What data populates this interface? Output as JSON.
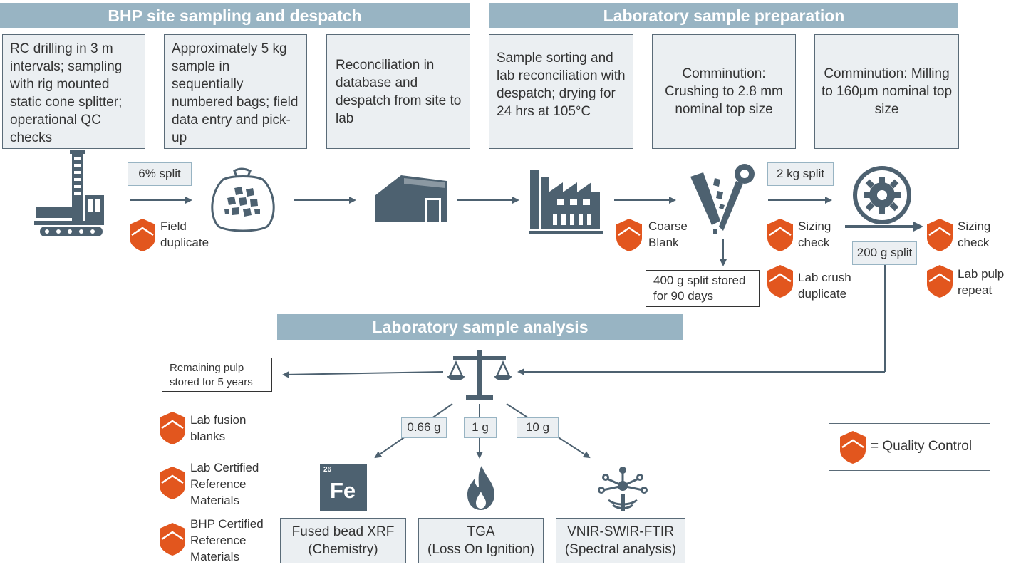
{
  "sections": {
    "site": "BHP site sampling and despatch",
    "prep": "Laboratory sample preparation",
    "analysis": "Laboratory sample analysis"
  },
  "steps": {
    "rc": "RC drilling in 3 m intervals; sampling with rig mounted static cone splitter; operational QC checks",
    "bags": "Approximately 5 kg sample in sequentially numbered bags; field data entry and pick-up",
    "recon": "Reconciliation in database and despatch from site to lab",
    "sort": "Sample sorting and lab reconciliation with despatch; drying for 24 hrs at 105°C",
    "crush": "Comminution: Crushing to 2.8 mm nominal top size",
    "mill": "Comminution: Milling to 160µm nominal top size"
  },
  "splits": {
    "six_pct": "6% split",
    "two_kg": "2 kg split",
    "two_hundred_g": "200 g split",
    "stored_400g": "400 g split stored for 90 days",
    "remaining_pulp": "Remaining pulp stored for 5 years",
    "g066": "0.66 g",
    "g1": "1 g",
    "g10": "10 g"
  },
  "qc": {
    "field_duplicate": "Field duplicate",
    "coarse_blank": "Coarse Blank",
    "sizing_check_1": "Sizing check",
    "lab_crush_duplicate": "Lab crush duplicate",
    "sizing_check_2": "Sizing check",
    "lab_pulp_repeat": "Lab pulp repeat",
    "lab_fusion_blanks": "Lab fusion blanks",
    "lab_crm": "Lab Certified Reference Materials",
    "bhp_crm": "BHP Certified Reference Materials"
  },
  "methods": {
    "xrf_line1": "Fused bead XRF",
    "xrf_line2": "(Chemistry)",
    "tga_line1": "TGA",
    "tga_line2": "(Loss On Ignition)",
    "vnir_line1": "VNIR-SWIR-FTIR",
    "vnir_line2": "(Spectral analysis)"
  },
  "element": {
    "number": "26",
    "symbol": "Fe"
  },
  "legend": {
    "text": "= Quality Control"
  },
  "colors": {
    "qc_orange": "#e2561e",
    "icon_slate": "#4d6170",
    "banner": "#98b4c3",
    "box_fill": "#ebeff2"
  },
  "icons": [
    "drill-rig-icon",
    "sample-bag-icon",
    "warehouse-icon",
    "factory-icon",
    "crusher-icon",
    "mill-gear-icon",
    "balance-scale-icon",
    "fire-icon",
    "spectral-network-icon",
    "shield-icon"
  ]
}
